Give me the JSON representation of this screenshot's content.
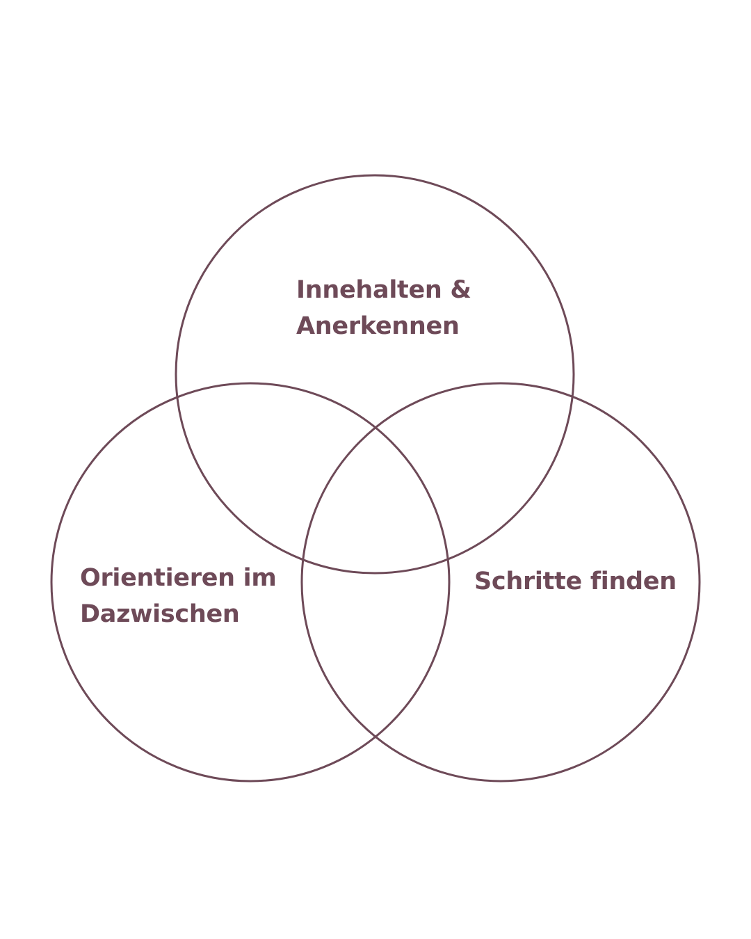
{
  "colors": {
    "stroke": "#6e4a58",
    "text": "#6e4a58",
    "background": "#ffffff"
  },
  "diagram": {
    "type": "venn",
    "sets": [
      {
        "id": "top",
        "lines": [
          "Innehalten &",
          "Anerkennen"
        ]
      },
      {
        "id": "left",
        "lines": [
          "Orientieren im",
          "Dazwischen"
        ]
      },
      {
        "id": "right",
        "lines": [
          "Schritte finden"
        ]
      }
    ]
  }
}
